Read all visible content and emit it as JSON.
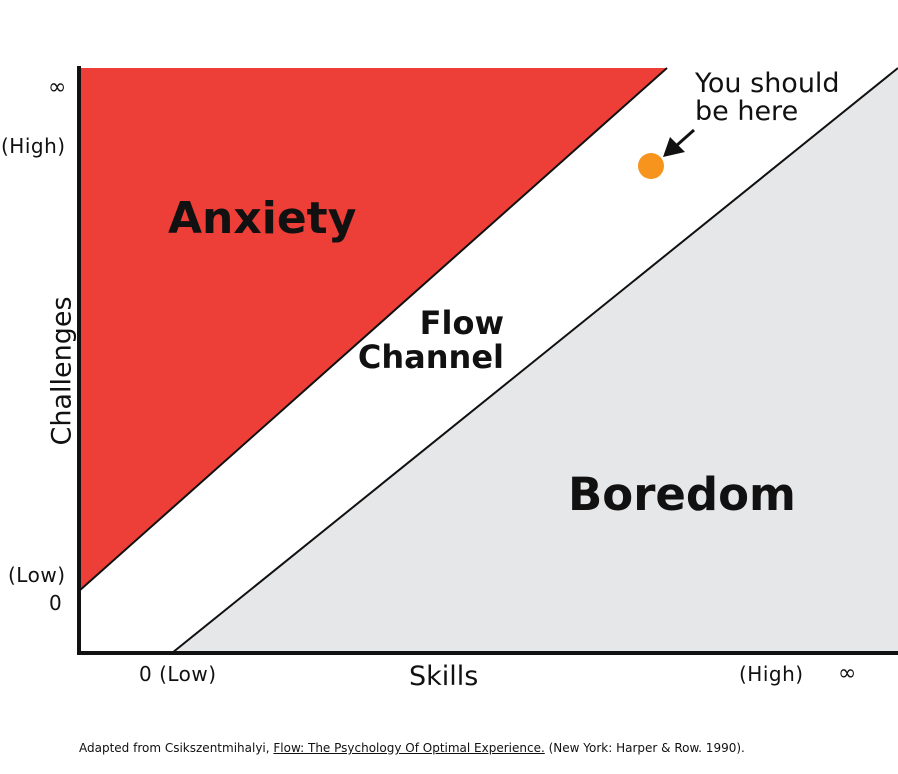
{
  "regions": {
    "anxiety": "Anxiety",
    "flow_line1": "Flow",
    "flow_line2": "Channel",
    "boredom": "Boredom"
  },
  "annotation": {
    "line1": "You should",
    "line2": "be here"
  },
  "y_axis": {
    "title": "Challenges",
    "top_symbol": "∞",
    "high_label": "(High)",
    "low_label": "(Low)",
    "zero_label": "0"
  },
  "x_axis": {
    "title": "Skills",
    "low_label": "0 (Low)",
    "high_label": "(High)",
    "end_symbol": "∞"
  },
  "citation": {
    "prefix": "Adapted from Csikszentmihalyi,",
    "book": "Flow: The Psychology Of Optimal Experience.",
    "suffix": "(New York: Harper & Row. 1990)."
  },
  "colors": {
    "anxiety": "#ee3e38",
    "boredom": "#e6e7e9",
    "marker": "#f7941d",
    "ink": "#111111"
  }
}
